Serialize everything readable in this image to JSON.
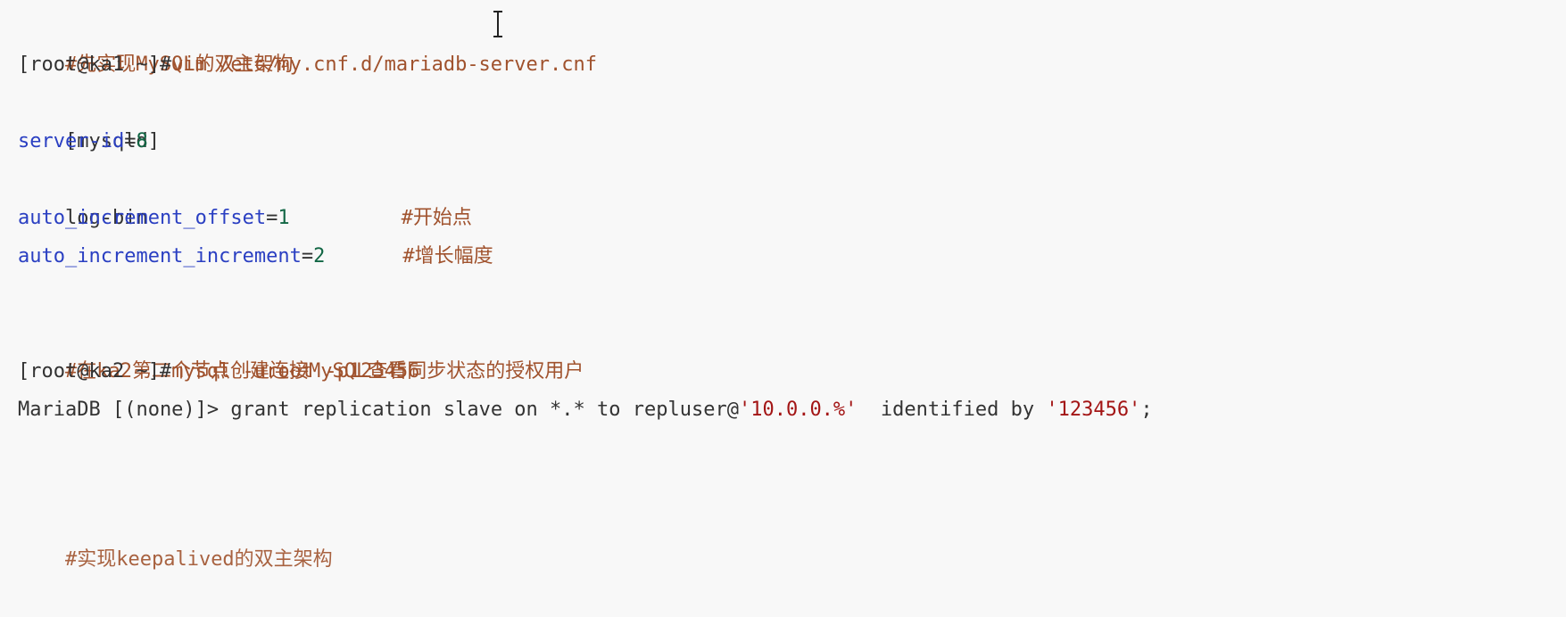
{
  "lines": {
    "c1": "#先实现MySQL的双主架构",
    "p1": "[root@ka1 ~]#",
    "cmd1": "vim /etc/my.cnf.d/mariadb-server.cnf",
    "section": "[mysqld]",
    "k1": "server-id",
    "eq1": "=",
    "v1": "8",
    "logbin": "log-bin",
    "k2": "auto_increment_offset",
    "eq2": "=",
    "v2": "1",
    "c2": "#开始点",
    "k3": "auto_increment_increment",
    "eq3": "=",
    "v3": "2",
    "c3": "#增长幅度",
    "c4": "#在ka2第二个节点创建连接MySQL查看同步状态的授权用户",
    "p2": "[root@ka2 ~]#",
    "cmd2": "mysql -uroot -p123456",
    "mariadb_prompt": "MariaDB [(none)]> ",
    "grant_text": "grant replication slave on *.* to repluser@",
    "grant_host": "'10.0.0.%'",
    "grant_mid": "  identified by ",
    "grant_pw": "'123456'",
    "grant_end": ";",
    "c5_partial": "#实现keepalived的双主架构"
  },
  "colors": {
    "comment": "#a0522d",
    "keyword": "#2a3fc2",
    "number": "#116644",
    "string": "#a31515",
    "background": "#f8f8f8"
  },
  "icons": {
    "cursor": "text-ibeam-cursor"
  }
}
